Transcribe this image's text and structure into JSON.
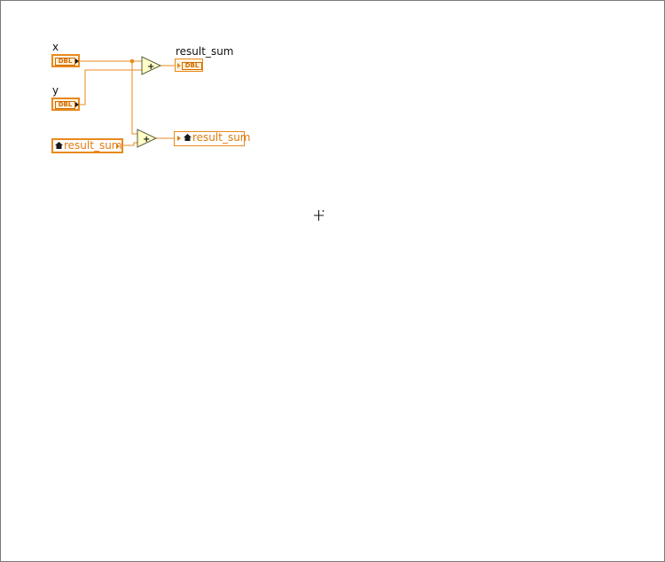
{
  "diagram": {
    "controls": {
      "x": {
        "label": "x",
        "type_badge": "DBL"
      },
      "y": {
        "label": "y",
        "type_badge": "DBL"
      }
    },
    "indicator": {
      "label": "result_sum",
      "type_badge": "DBL"
    },
    "local_variable_read": {
      "name": "result_sum"
    },
    "local_variable_write": {
      "name": "result_sum"
    },
    "add_nodes": [
      {
        "symbol": "+"
      },
      {
        "symbol": "+"
      }
    ]
  },
  "colors": {
    "wire": "#e8891c",
    "node_fill": "#ffffc8",
    "background": "#ffffff"
  }
}
